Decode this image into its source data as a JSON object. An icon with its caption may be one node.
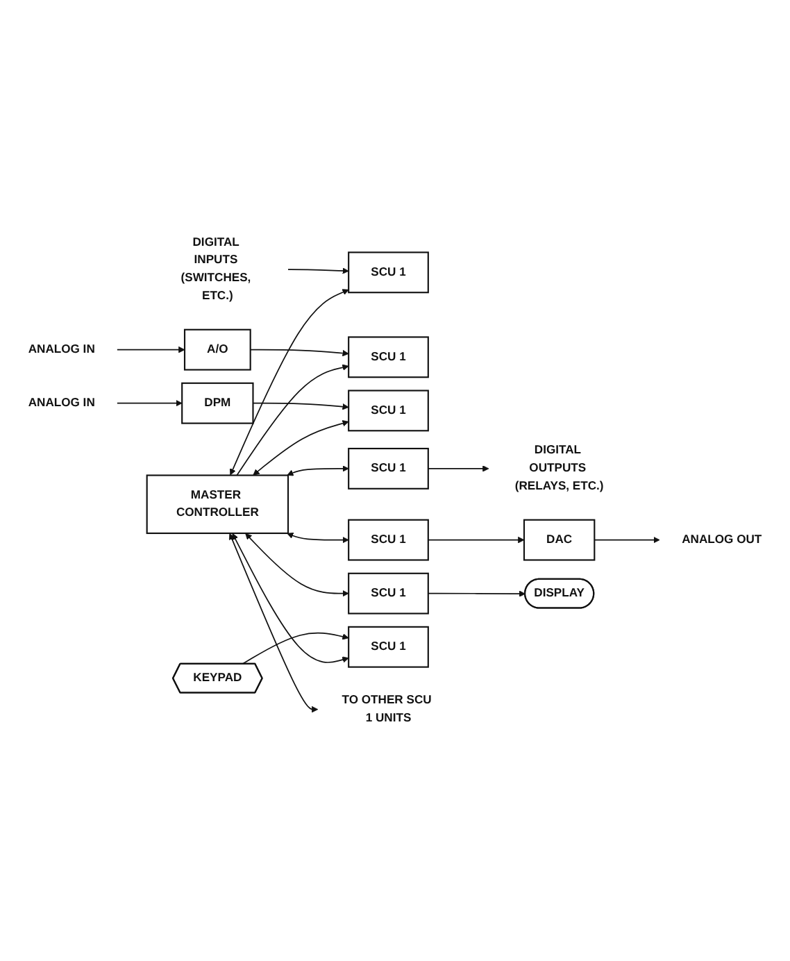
{
  "diagram": {
    "nodes": [
      {
        "text": [
          "MASTER CONTROLLER"
        ]
      },
      {
        "text": [
          "DIGITAL INPUTS (SWITCHES, ETC.)"
        ]
      },
      {
        "text": [
          "SCU 1"
        ]
      },
      {
        "text": [
          "ANALOG IN"
        ]
      },
      {
        "text": [
          "A/O"
        ]
      },
      {
        "text": [
          "SCU 1"
        ]
      },
      {
        "text": [
          "ANALOG IN"
        ]
      },
      {
        "text": [
          "DPM"
        ]
      },
      {
        "text": [
          "SCU 1"
        ]
      },
      {
        "text": [
          "SCU 1"
        ]
      },
      {
        "text": [
          "DIGITAL OUTPUTS (RELAYS, ETC.)"
        ]
      },
      {
        "text": [
          "SCU 1"
        ]
      },
      {
        "text": [
          "DAC"
        ]
      },
      {
        "text": [
          "ANALOG OUT"
        ]
      },
      {
        "text": [
          "SCU 1"
        ]
      },
      {
        "text": [
          "DISPLAY"
        ]
      },
      {
        "text": [
          "SCU 1"
        ]
      },
      {
        "text": [
          "KEYPAD"
        ]
      },
      {
        "text": [
          "TO OTHER SCU 1 UNITS"
        ]
      }
    ],
    "edges": [
      {
        "from": 0,
        "to": 18,
        "arrow": "both"
      },
      {
        "from": 0,
        "to": 9,
        "arrow": "both"
      },
      {
        "from": 0,
        "to": 2,
        "arrow": "both"
      },
      {
        "from": 0,
        "to": 11,
        "arrow": "both"
      },
      {
        "from": 0,
        "to": 5,
        "arrow": "to"
      },
      {
        "from": 0,
        "to": 14,
        "arrow": "both"
      },
      {
        "from": 0,
        "to": 8,
        "arrow": "both"
      },
      {
        "from": 0,
        "to": 16,
        "arrow": "both"
      },
      {
        "from": 1,
        "to": 2,
        "arrow": "to"
      },
      {
        "from": 3,
        "to": 4,
        "arrow": "to"
      },
      {
        "from": 4,
        "to": 5,
        "arrow": "to"
      },
      {
        "from": 6,
        "to": 7,
        "arrow": "to"
      },
      {
        "from": 7,
        "to": 8,
        "arrow": "to"
      },
      {
        "from": 9,
        "to": 10,
        "arrow": "to"
      },
      {
        "from": 11,
        "to": 12,
        "arrow": "to"
      },
      {
        "from": 12,
        "to": 13,
        "arrow": "to"
      },
      {
        "from": 14,
        "to": 15,
        "arrow": "to"
      },
      {
        "from": 17,
        "to": 16,
        "arrow": "to"
      }
    ]
  }
}
